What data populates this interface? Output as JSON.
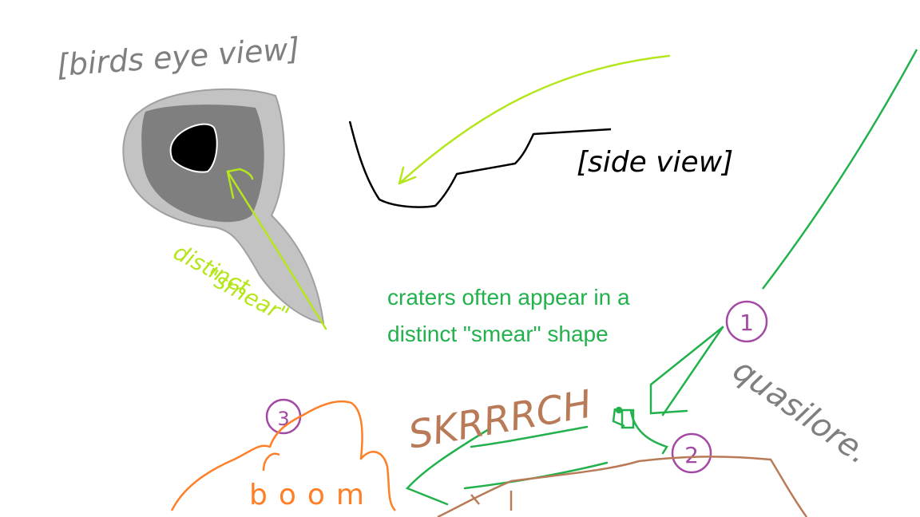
{
  "labels": {
    "birds_eye": "[birds eye view]",
    "side_view": "[side view]",
    "smear_line1": "distinct",
    "smear_line2": "\"smear\"",
    "skrrrch": "SKRRRCH",
    "boom": "boom",
    "quasilore": "quasilore."
  },
  "caption": {
    "line1": "craters often appear in a",
    "line2": "distinct \"smear\" shape"
  },
  "markers": {
    "one": "1",
    "two": "2",
    "three": "3"
  },
  "colors": {
    "green": "#22b14c",
    "lime": "#b5e61d",
    "orange": "#ff7f27",
    "brown": "#b97a57",
    "purple": "#a349a4",
    "gray": "#7f7f7f",
    "crater_outer": "#c3c3c3",
    "crater_inner": "#7f7f7f"
  }
}
